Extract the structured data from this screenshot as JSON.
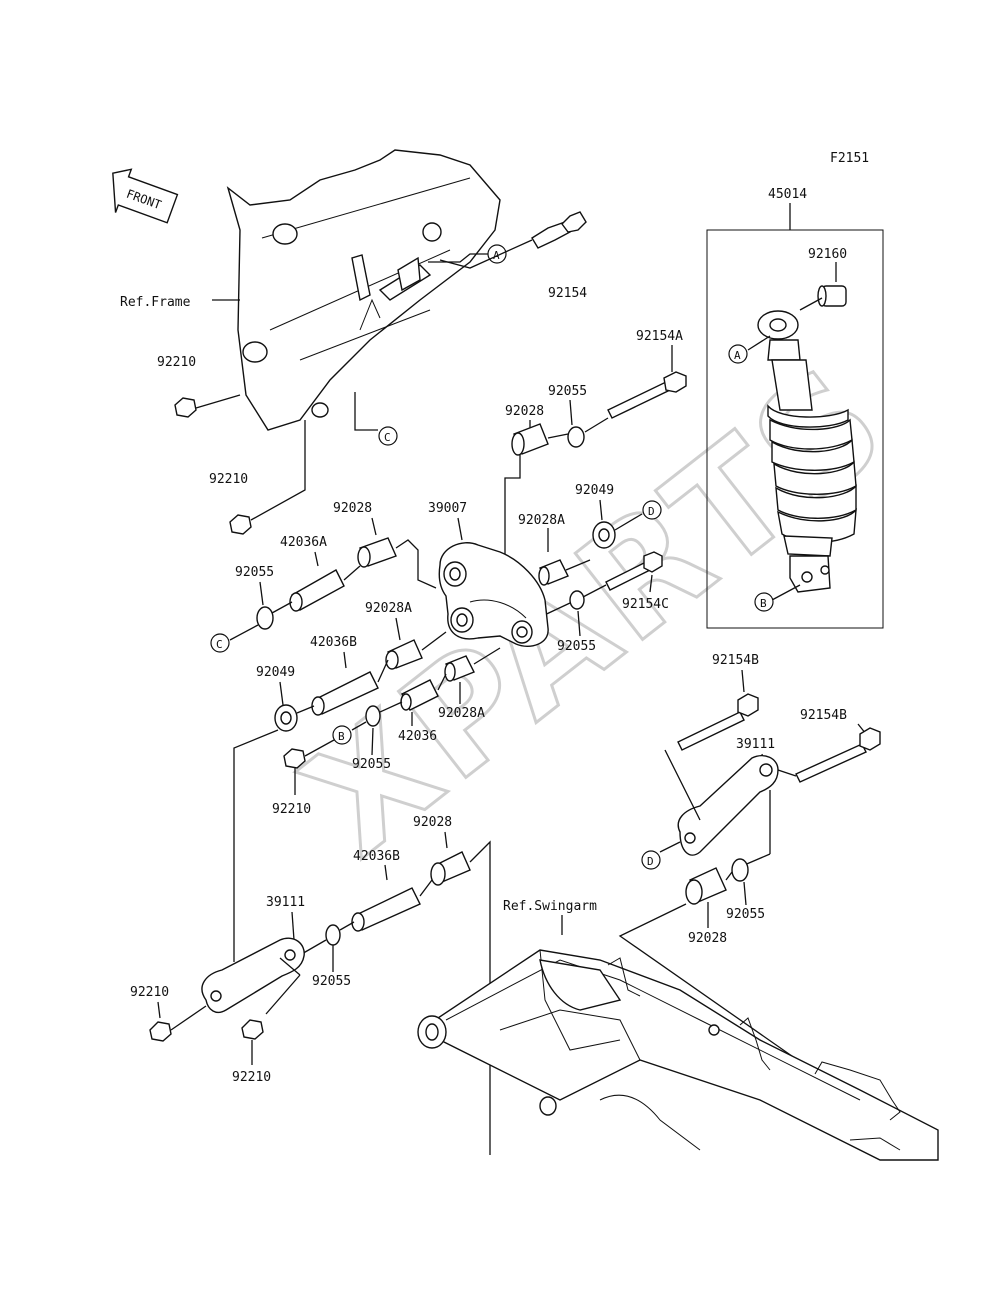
{
  "figure_code": "F2151",
  "front_label": "FRONT",
  "watermark": "XPARTS",
  "reference_labels": {
    "frame": "Ref.Frame",
    "swingarm": "Ref.Swingarm"
  },
  "ref_markers": {
    "a": "A",
    "b": "B",
    "c": "C",
    "d": "D"
  },
  "parts": {
    "p45014": "45014",
    "p92160": "92160",
    "p92154": "92154",
    "p92154A": "92154A",
    "p92154B": "92154B",
    "p92154C": "92154C",
    "p92210": "92210",
    "p92055": "92055",
    "p92028": "92028",
    "p92028A": "92028A",
    "p92049": "92049",
    "p39007": "39007",
    "p39111": "39111",
    "p42036": "42036",
    "p42036A": "42036A",
    "p42036B": "42036B"
  }
}
